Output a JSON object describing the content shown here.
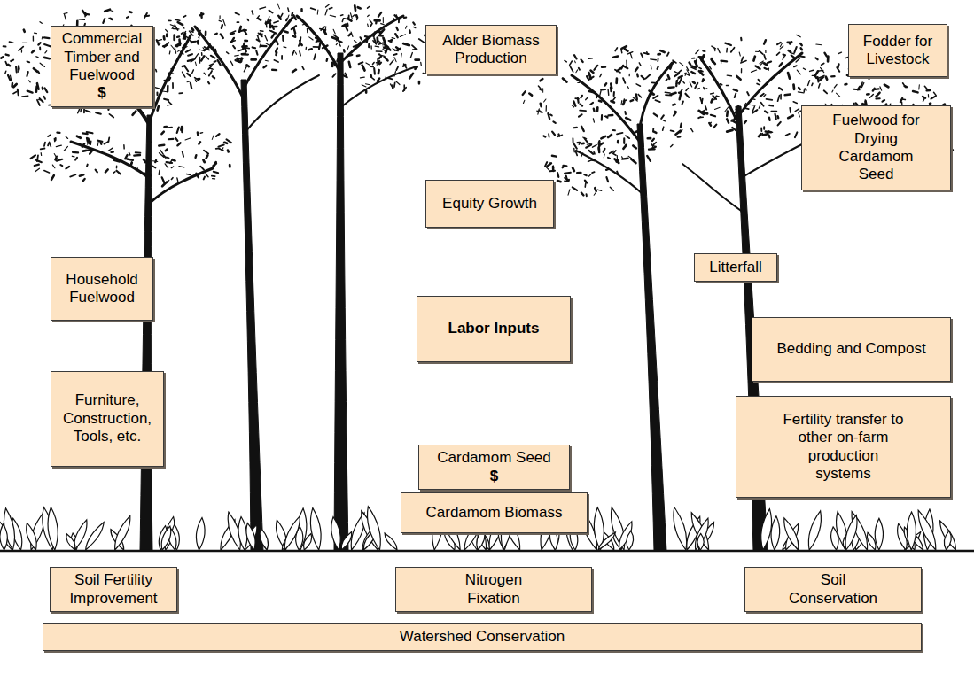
{
  "diagram": {
    "nodes": [
      {
        "text": [
          "Commercial Timber and Fuelwood",
          "$"
        ]
      },
      {
        "text": [
          "Alder Biomass Production"
        ]
      },
      {
        "text": [
          "Fodder for Livestock"
        ]
      },
      {
        "text": [
          "Fuelwood for Drying Cardamom Seed"
        ]
      },
      {
        "text": [
          "Equity Growth"
        ]
      },
      {
        "text": [
          "Household Fuelwood"
        ]
      },
      {
        "text": [
          "Litterfall"
        ]
      },
      {
        "text": [
          "Labor Inputs"
        ]
      },
      {
        "text": [
          "Bedding and Compost"
        ]
      },
      {
        "text": [
          "Furniture, Construction, Tools, etc."
        ]
      },
      {
        "text": [
          "Fertility transfer to other on-farm production systems"
        ]
      },
      {
        "text": [
          "Cardamom Seed",
          "$"
        ]
      },
      {
        "text": [
          "Cardamom Biomass"
        ]
      },
      {
        "text": [
          "Soil Fertility Improvement"
        ]
      },
      {
        "text": [
          "Nitrogen Fixation"
        ]
      },
      {
        "text": [
          "Soil Conservation"
        ]
      },
      {
        "text": [
          "Watershed Conservation"
        ]
      }
    ]
  }
}
